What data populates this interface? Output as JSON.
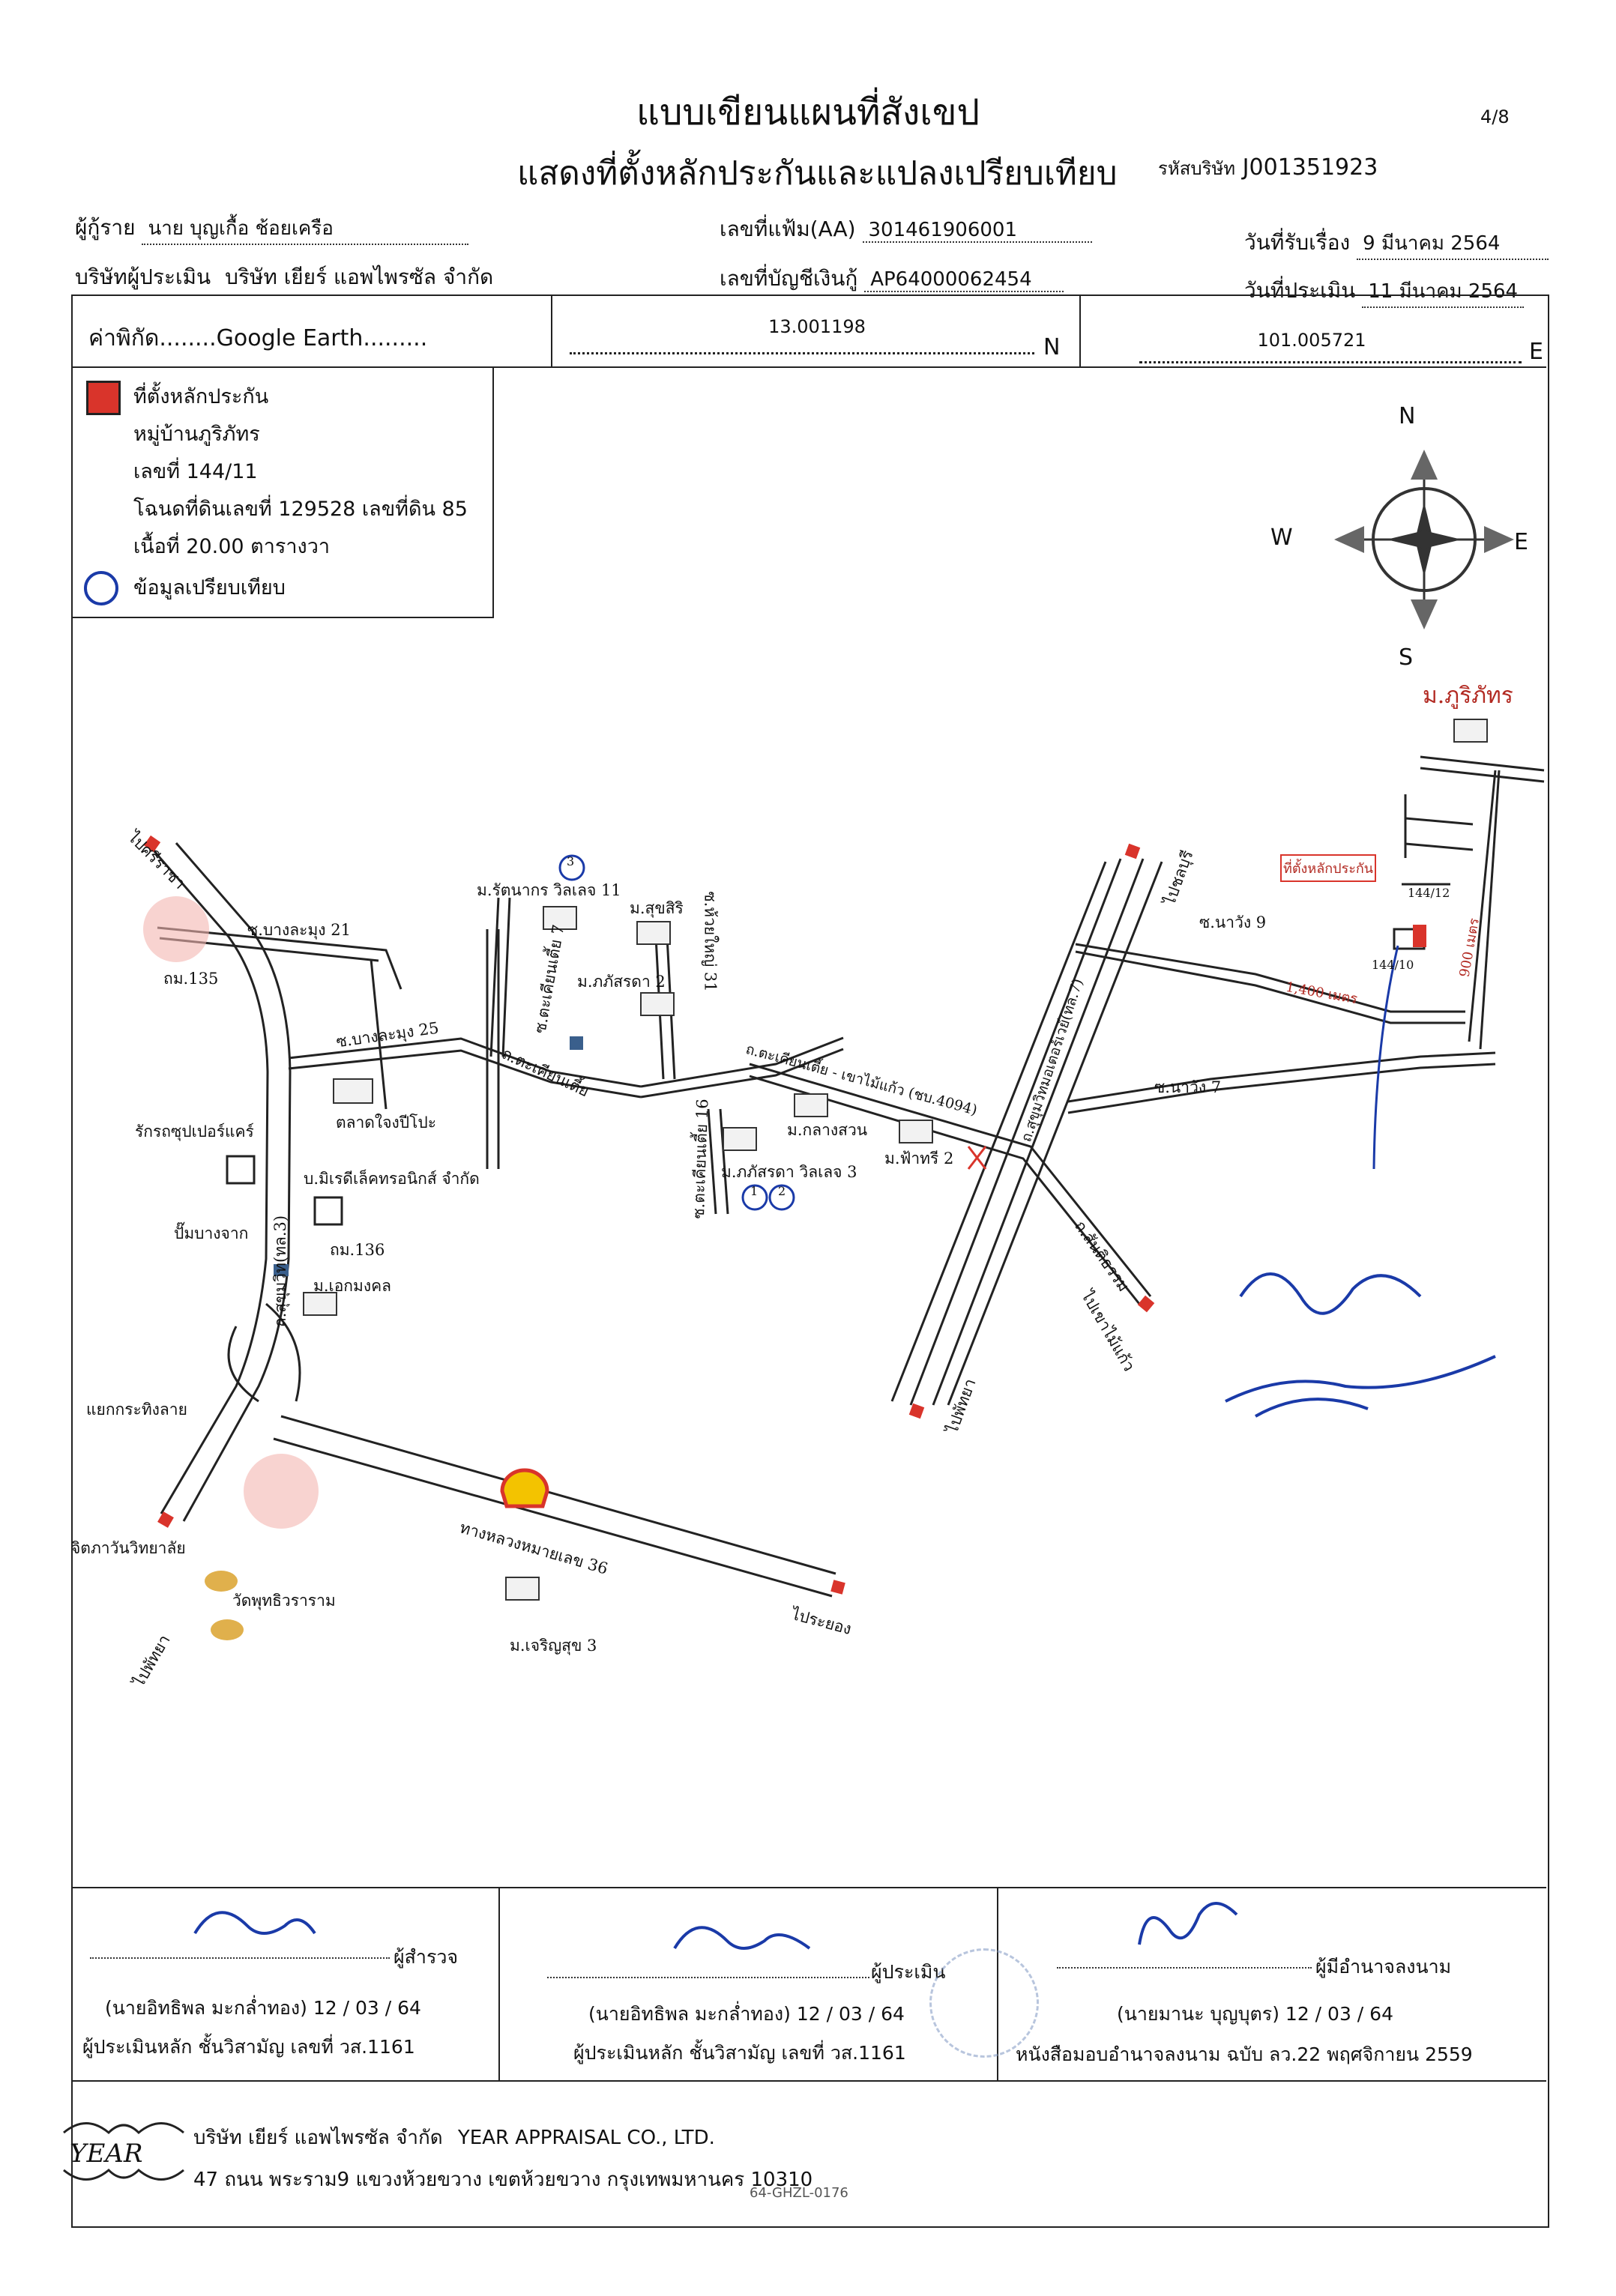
{
  "header": {
    "page": "4/8",
    "title1": "แบบเขียนแผนที่สังเขป",
    "title2": "แสดงที่ตั้งหลักประกันและแปลงเปรียบเทียบ",
    "company_code_label": "รหัสบริษัท",
    "company_code": "J001351923"
  },
  "info": {
    "borrower_label": "ผู้กู้ราย",
    "borrower": "นาย บุญเกื้อ ช้อยเครือ",
    "file_no_label": "เลขที่แฟ้ม(AA)",
    "file_no": "301461906001",
    "received_label": "วันที่รับเรื่อง",
    "received": "9 มีนาคม 2564",
    "appraiser_company_label": "บริษัทผู้ประเมิน",
    "appraiser_company": "บริษัท เยียร์ แอพไพรซัล จำกัด",
    "account_no_label": "เลขที่บัญชีเงินกู้",
    "account_no": "AP64000062454",
    "appraised_label": "วันที่ประเมิน",
    "appraised": "11 มีนาคม 2564"
  },
  "coords": {
    "source_label": "ค่าพิกัด........Google Earth.........",
    "lat": "13.001198",
    "lat_suffix": "N",
    "lon": "101.005721",
    "lon_suffix": "E"
  },
  "legend": {
    "collateral_label": "ที่ตั้งหลักประกัน",
    "village": "หมู่บ้านภูริภัทร",
    "house_no": "เลขที่ 144/11",
    "deed": "โฉนดที่ดินเลขที่ 129528 เลขที่ดิน 85",
    "area": "เนื้อที่ 20.00 ตารางวา",
    "comparable_label": "ข้อมูลเปรียบเทียบ",
    "collateral_color": "#d9342b",
    "comparable_color": "#1a3aa8"
  },
  "compass": {
    "n": "N",
    "s": "S",
    "e": "E",
    "w": "W"
  },
  "map_labels": {
    "village_top": "ม.ภูริภัทร",
    "collateral_box": "ที่ตั้งหลักประกัน",
    "plot_a": "144/12",
    "plot_b": "144/10",
    "dist_900": "900 เมตร",
    "dist_1400": "1,400 เมตร",
    "soi_narang9": "ซ.นาวัง 9",
    "soi_narang7": "ซ.นาวัง 7",
    "to_chonburi": "ไปชลบุรี",
    "to_sriracha": "ไปศรีราชา",
    "soi_bang21": "ซ.บางละมุง 21",
    "nm135": "ถม.135",
    "soi_bang25": "ซ.บางละมุง 25",
    "rattanakorn": "ม.รัตนากร วิลเลจ 11",
    "suksiri": "ม.สุขสิริ",
    "nongkhla": "ม.ภภัสรดา 2",
    "takhian_rd": "ถ.ตะเคียนเตี้ย",
    "takhian7": "ซ.ตะเคียนเตี้ย 7",
    "takhian16": "ซ.ตะเคียนเตี้ย 16",
    "soi_31": "ซ.ห้วยใหญ่ 31",
    "talat": "ตลาดใจงปีโปะ",
    "khaomaikaew": "ถ.ตะเคียนเตี้ย - เขาไม้แก้ว (ชบ.4094)",
    "suk_rd": "ถ.สุขุมวิทมอเตอร์เวย์(ทล.7)",
    "mkalangsuan": "ม.กลางสวน",
    "mfahsai": "ม.ฟ้าทรี 2",
    "mpatsada3": "ม.ภภัสรดา วิลเลจ 3",
    "rakkrit": "รักรถซุปเปอร์แคร์",
    "makro": "บ.มิเรดีเล็คทรอนิกส์ จำกัด",
    "pump": "ปั๊มบางจาก",
    "nm136": "ถม.136",
    "mekmongkhon": "ม.เอกมงคล",
    "sukhumvit": "ถ.สุขุมวิท(ทล.3)",
    "intersection": "แยกกระทิงลาย",
    "school": "จิตภาวันวิทยาลัย",
    "temple": "วัดพุทธิวราราม",
    "hwy36": "ทางหลวงหมายเลข 36",
    "mcharoen": "ม.เจริญสุข 3",
    "to_rayong": "ไประยอง",
    "to_pattaya1": "ไปพัทยา",
    "to_pattaya2": "ไปพัทยา",
    "to_maikaew": "ไปเขาไม้แก้ว",
    "thanon_sin": "ถ.สันติธรรม",
    "c1": "1",
    "c2": "2",
    "c3": "3"
  },
  "signatures": {
    "inspector_role": "ผู้สำรวจ",
    "inspector_name": "(นายอิทธิพล มะกล่ำทอง) 12 / 03 / 64",
    "inspector_title": "ผู้ประเมินหลัก ชั้นวิสามัญ เลขที่ วส.1161",
    "appraiser_role": "ผู้ประเมิน",
    "appraiser_name": "(นายอิทธิพล มะกล่ำทอง) 12 / 03 / 64",
    "appraiser_title": "ผู้ประเมินหลัก ชั้นวิสามัญ เลขที่ วส.1161",
    "authority_role": "ผู้มีอำนาจลงนาม",
    "authority_name": "(นายมานะ บุญบุตร) 12 / 03 / 64",
    "authority_title": "หนังสือมอบอำนาจลงนาม ฉบับ ลว.22 พฤศจิกายน 2559"
  },
  "footer": {
    "company_th": "บริษัท เยียร์ แอพไพรซัล จำกัด",
    "company_en": "YEAR APPRAISAL CO., LTD.",
    "address": "47 ถนน พระราม9 แขวงห้วยขวาง เขตห้วยขวาง กรุงเทพมหานคร 10310",
    "doc_code": "64-GHZL-0176",
    "logo_text": "YEAR"
  }
}
